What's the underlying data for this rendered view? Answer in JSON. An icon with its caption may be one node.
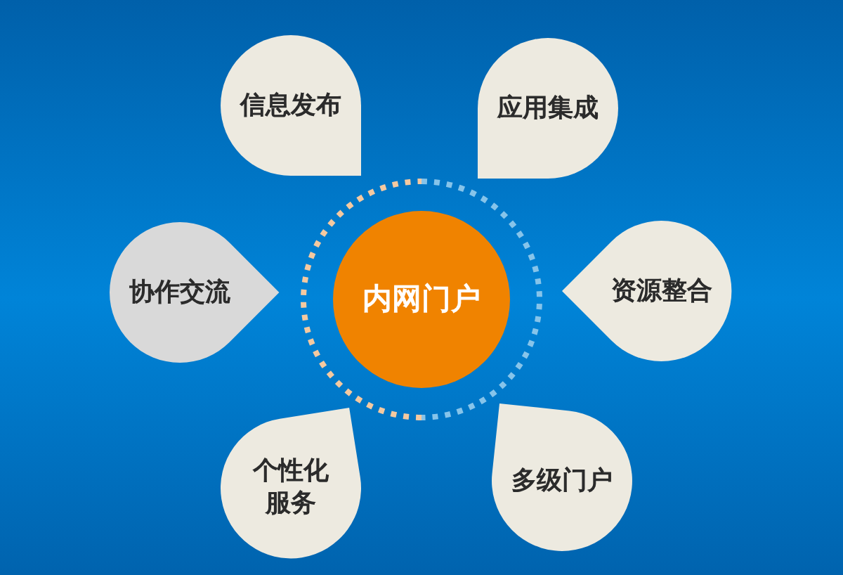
{
  "diagram": {
    "nodes": [
      {
        "text": [
          "信息发布"
        ]
      },
      {
        "text": [
          "应用集成"
        ]
      },
      {
        "text": [
          "协作交流"
        ]
      },
      {
        "text": [
          "内网门户"
        ]
      },
      {
        "text": [
          "资源整合"
        ]
      },
      {
        "text": [
          "个性化服务"
        ]
      },
      {
        "text": [
          "多级门户"
        ]
      }
    ]
  }
}
